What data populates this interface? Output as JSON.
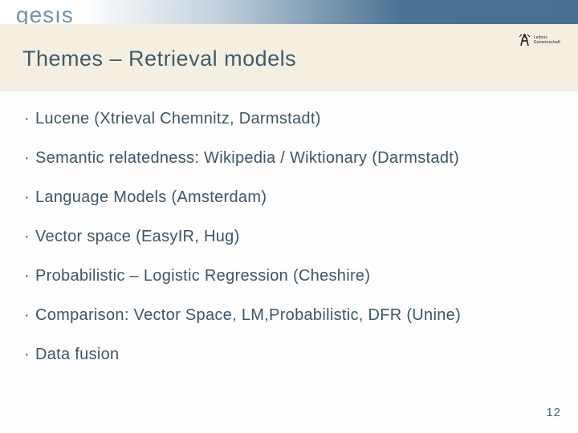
{
  "slide": {
    "brand": {
      "logo_text": "gesıs"
    },
    "header": {
      "title": "Themes – Retrieval models"
    },
    "partner_logo": {
      "line1": "Leibniz",
      "line2": "Gemeinschaft",
      "icon": "leibniz-figure-icon"
    },
    "bullet_char": "·",
    "bullets": [
      "Lucene (Xtrieval Chemnitz, Darmstadt)",
      "Semantic relatedness: Wikipedia / Wiktionary (Darmstadt)",
      "Language Models (Amsterdam)",
      "Vector space (EasyIR, Hug)",
      "Probabilistic – Logistic Regression (Cheshire)",
      "Comparison: Vector Space, LM,Probabilistic, DFR (Unine)",
      "Data fusion"
    ],
    "page_number": "12",
    "colors": {
      "bar_blue": "#4a7191",
      "title_band_cream": "#f4efe1",
      "text_slate": "#3e5663",
      "logo_blue_gray": "#7591a8"
    }
  }
}
